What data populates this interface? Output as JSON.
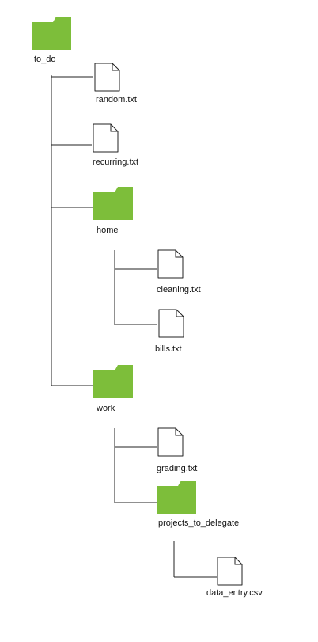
{
  "colors": {
    "folder": "#7dbe3a",
    "line": "#222222",
    "file_stroke": "#222222",
    "file_fill": "#ffffff"
  },
  "tree": {
    "root": {
      "label": "to_do",
      "type": "folder",
      "icon": "folder-icon",
      "children": [
        {
          "label": "random.txt",
          "type": "file",
          "icon": "file-icon"
        },
        {
          "label": "recurring.txt",
          "type": "file",
          "icon": "file-icon"
        },
        {
          "label": "home",
          "type": "folder",
          "icon": "folder-icon",
          "children": [
            {
              "label": "cleaning.txt",
              "type": "file",
              "icon": "file-icon"
            },
            {
              "label": "bills.txt",
              "type": "file",
              "icon": "file-icon"
            }
          ]
        },
        {
          "label": "work",
          "type": "folder",
          "icon": "folder-icon",
          "children": [
            {
              "label": "grading.txt",
              "type": "file",
              "icon": "file-icon"
            },
            {
              "label": "projects_to_delegate",
              "type": "folder",
              "icon": "folder-icon",
              "children": [
                {
                  "label": "data_entry.csv",
                  "type": "file",
                  "icon": "file-icon"
                }
              ]
            }
          ]
        }
      ]
    }
  }
}
